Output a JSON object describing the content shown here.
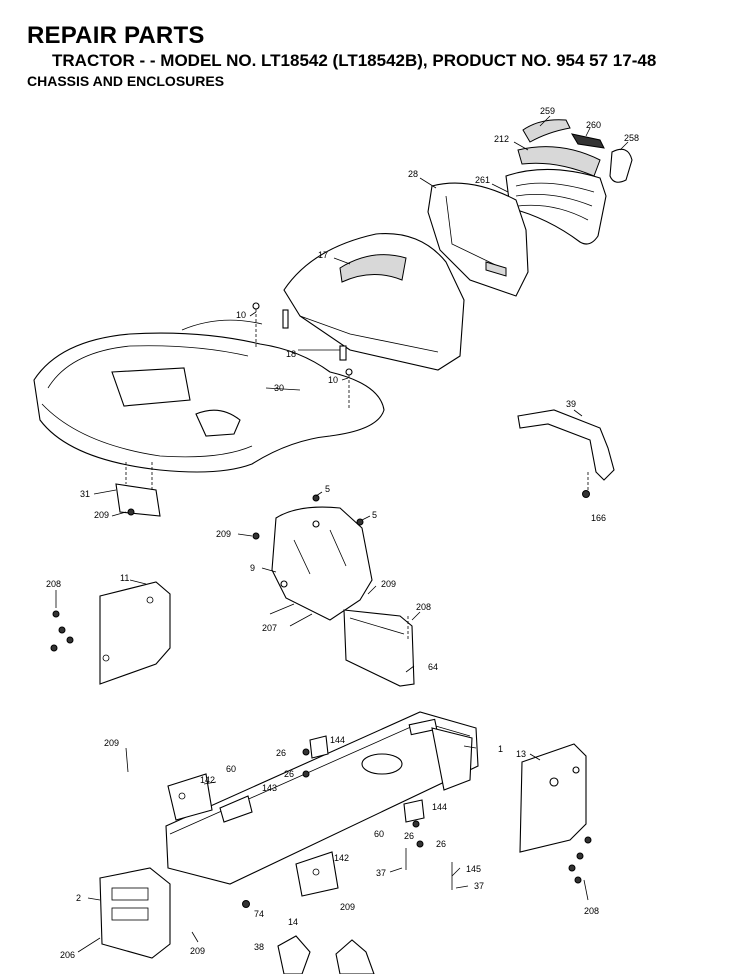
{
  "header": {
    "title": "REPAIR PARTS",
    "subtitle": "TRACTOR - - MODEL NO. LT18542 (LT18542B), PRODUCT NO. 954 57 17-48",
    "section": "CHASSIS AND ENCLOSURES"
  },
  "callouts": {
    "c259": "259",
    "c260": "260",
    "c212": "212",
    "c258": "258",
    "c28": "28",
    "c261": "261",
    "c17": "17",
    "c10a": "10",
    "c18": "18",
    "c10b": "10",
    "c30": "30",
    "c39": "39",
    "c166": "166",
    "c31": "31",
    "c209a": "209",
    "c5a": "5",
    "c5b": "5",
    "c209b": "209",
    "c9": "9",
    "c208a": "208",
    "c11": "11",
    "c209c": "209",
    "c208b": "208",
    "c207": "207",
    "c64": "64",
    "c209d": "209",
    "c144a": "144",
    "c26a": "26",
    "c1": "1",
    "c13": "13",
    "c60a": "60",
    "c142a": "142",
    "c26b": "26",
    "c143": "143",
    "c144b": "144",
    "c60b": "60",
    "c26c": "26",
    "c26d": "26",
    "c145": "145",
    "c37a": "37",
    "c37b": "37",
    "c142b": "142",
    "c2": "2",
    "c74": "74",
    "c209e": "209",
    "c208c": "208",
    "c14": "14",
    "c209f": "209",
    "c206": "206",
    "c38": "38"
  }
}
